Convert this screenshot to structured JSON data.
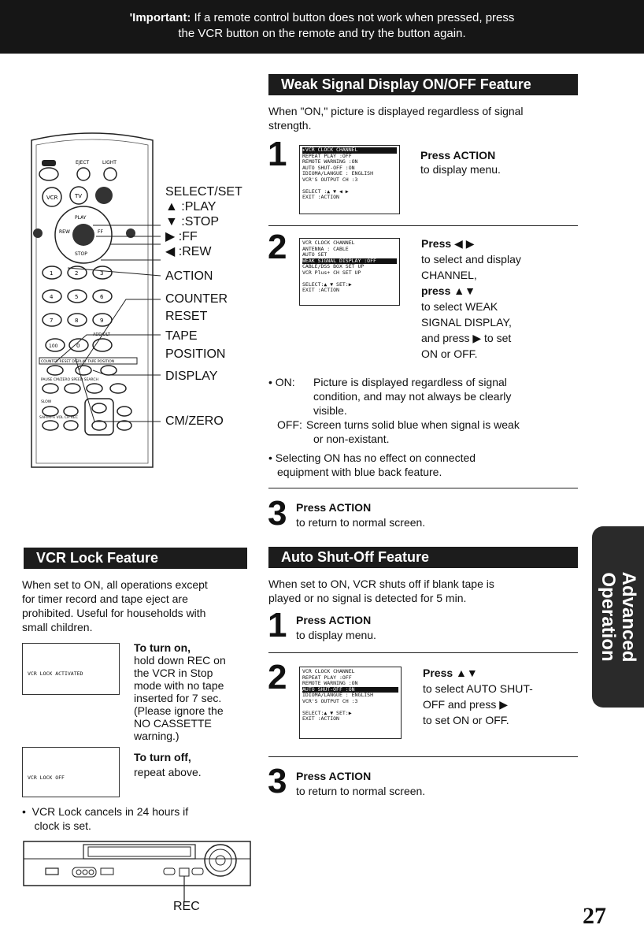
{
  "banner": {
    "label": "'Important:",
    "line1": " If a remote control button does not work when pressed, press",
    "line2": "the VCR button on the remote and try the button again."
  },
  "remote": {
    "labels": [
      "SELECT/SET",
      "▲ :PLAY",
      "▼ :STOP",
      "▶ :FF",
      "◀ :REW",
      "ACTION",
      "COUNTER",
      "RESET",
      "TAPE",
      "POSITION",
      "DISPLAY",
      "CM/ZERO"
    ],
    "buttons": [
      "EJECT",
      "LIGHT",
      "VCR",
      "TV",
      "PLAY",
      "REW",
      "FF",
      "STOP",
      "ADD/DLT",
      "COUNTER RESET",
      "DISPLAY",
      "TAPE POSITION",
      "PAUSE",
      "CM/ZERO",
      "SPEED",
      "SEARCH",
      "SLOW",
      "SAP/Hi-Fi",
      "VOL",
      "CH",
      "REC",
      "100"
    ]
  },
  "weak": {
    "title": "Weak Signal Display ON/OFF Feature",
    "intro_line1": "When \"ON,\" picture is displayed regardless of signal",
    "intro_line2": "strength.",
    "step1": {
      "num": "1",
      "head": "Press ACTION",
      "desc": "to display menu.",
      "osd": [
        "▸VCR   CLOCK  CHANNEL",
        "REPEAT PLAY      :OFF",
        "REMOTE WARNING   :ON",
        "AUTO SHUT-OFF    :ON",
        "IDIOMA/LANGUE : ENGLISH",
        "VCR'S OUTPUT CH  :3",
        "",
        "SELECT :▲ ▼ ◀ ▶",
        "EXIT   :ACTION"
      ]
    },
    "step2": {
      "num": "2",
      "lines": [
        "Press ◀ ▶",
        "to select and display",
        "CHANNEL,",
        "press ▲▼",
        "to select WEAK",
        "SIGNAL DISPLAY,",
        "and press ▶ to set",
        "ON or OFF."
      ],
      "osd": [
        "VCR   CLOCK  CHANNEL",
        "ANTENNA :  CABLE",
        "AUTO SET",
        "WEAK SIGNAL DISPLAY :OFF",
        "CABLE/DSS BOX SET UP",
        "VCR Plus+ CH SET UP",
        "",
        "SELECT:▲ ▼      SET:▶",
        "EXIT   :ACTION"
      ]
    },
    "notes": {
      "on_label": "• ON:",
      "on_lines": [
        "Picture is displayed regardless of signal",
        "condition, and may not always be clearly",
        "visible."
      ],
      "off_label": "OFF:",
      "off_lines": [
        "Screen turns solid blue when signal is weak",
        "or non-existant."
      ],
      "sel_lines": [
        "• Selecting ON has no effect on connected",
        "equipment with blue back feature."
      ]
    },
    "step3": {
      "num": "3",
      "head": "Press ACTION",
      "desc": "to return to normal screen."
    }
  },
  "lock": {
    "title": "VCR Lock Feature",
    "intro": [
      "When set to ON, all operations except",
      "for timer record and tape eject are",
      "prohibited. Useful for households with",
      "small children."
    ],
    "on_head": "To turn on,",
    "on_lines": [
      "hold down REC on",
      "the VCR in Stop",
      "mode with no tape",
      "inserted for 7 sec.",
      "(Please ignore the",
      "NO CASSETTE",
      "warning.)"
    ],
    "box1": "VCR LOCK ACTIVATED",
    "off_head": "To turn off,",
    "off_desc": "repeat above.",
    "box2": "VCR LOCK OFF",
    "note": [
      "•  VCR Lock cancels in 24 hours if",
      "    clock is set."
    ],
    "rec_label": "REC"
  },
  "shutoff": {
    "title": "Auto Shut-Off Feature",
    "intro": [
      "When set to ON, VCR shuts off if blank tape is",
      "played or no signal is detected for 5 min."
    ],
    "step1": {
      "num": "1",
      "head": "Press ACTION",
      "desc": "to display menu."
    },
    "step2": {
      "num": "2",
      "lines": [
        "Press ▲▼",
        "to select AUTO SHUT-",
        "OFF and press ▶",
        "to set ON or OFF."
      ],
      "osd": [
        "VCR   CLOCK  CHANNEL",
        "REPEAT PLAY      :OFF",
        "REMOTE WARNING   :ON",
        "AUTO SHUT-OFF    :ON",
        "IDIOMA/LANGUE : ENGLISH",
        "VCR'S OUTPUT CH  :3",
        "",
        "SELECT:▲ ▼      SET:▶",
        "EXIT   :ACTION"
      ]
    },
    "step3": {
      "num": "3",
      "head": "Press ACTION",
      "desc": "to return to normal screen."
    }
  },
  "side_tab": {
    "line1": "Advanced",
    "line2": "Operation"
  },
  "page_number": "27"
}
